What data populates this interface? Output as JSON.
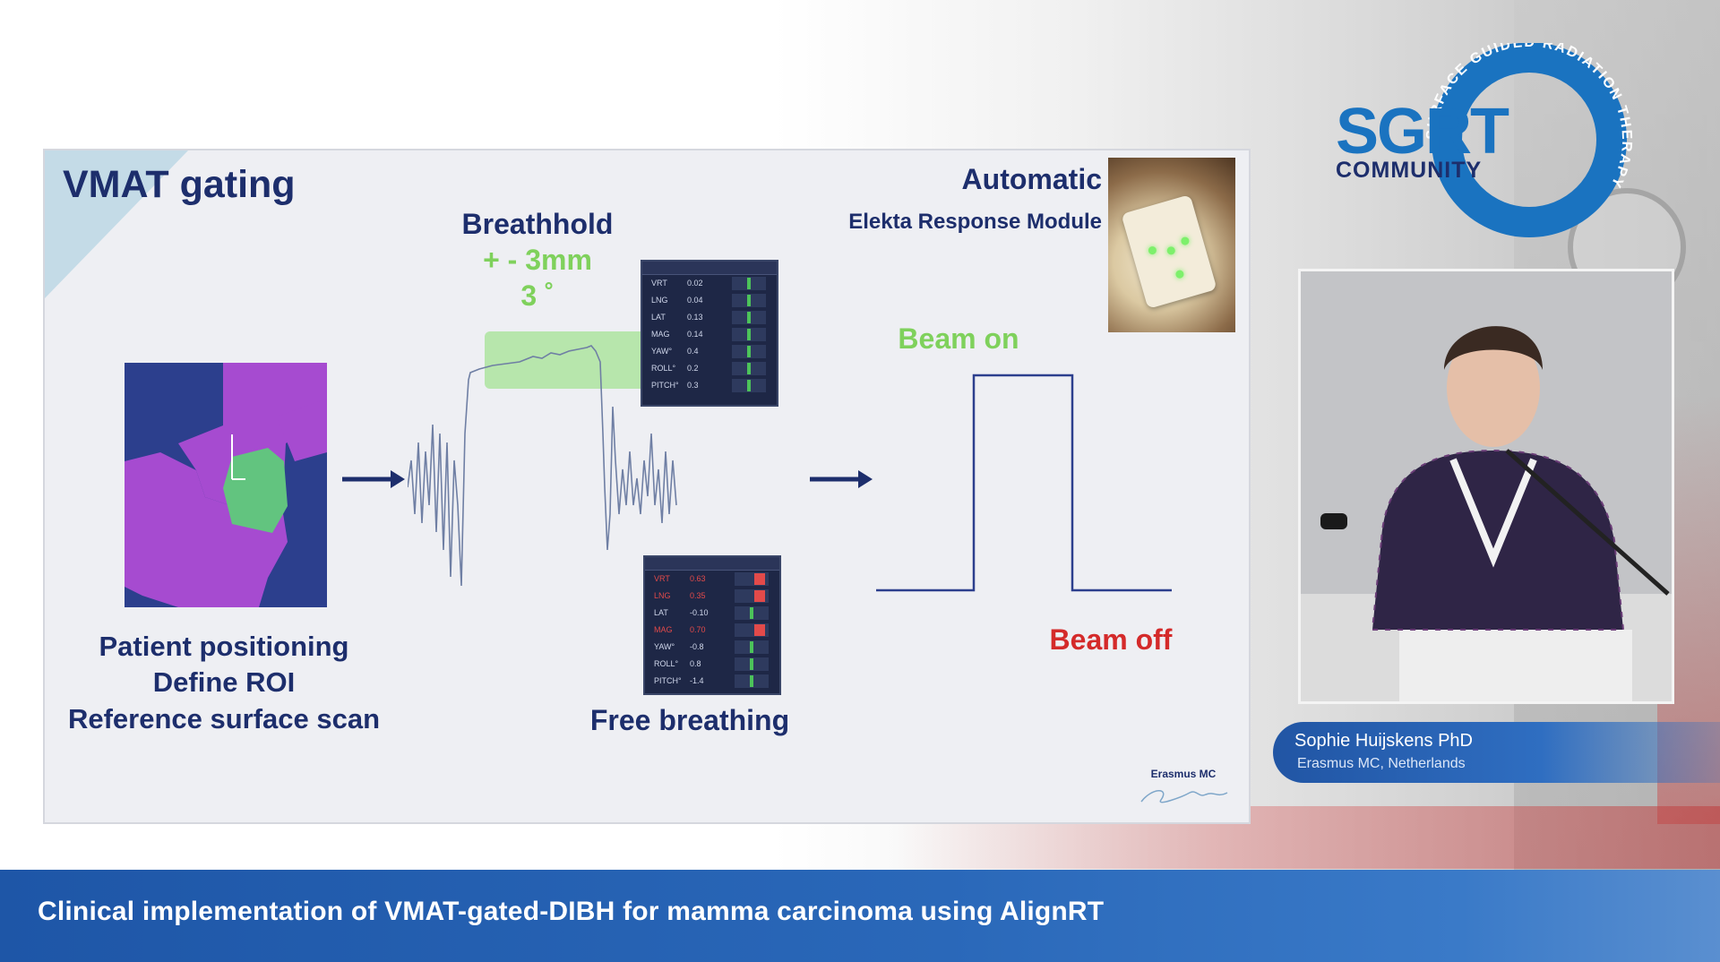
{
  "slide": {
    "title": "VMAT gating",
    "breathhold": {
      "label": "Breathhold",
      "tolerance_mm": "+ - 3mm",
      "tolerance_deg": "3 ˚"
    },
    "automatic": "Automatic",
    "module": "Elekta Response Module",
    "beam_on": "Beam on",
    "beam_off": "Beam off",
    "left_caption": [
      "Patient positioning",
      "Define ROI",
      "Reference surface scan"
    ],
    "free_breathing": "Free breathing",
    "logo_text": "Erasmus MC",
    "panel_in_tolerance": [
      {
        "label": "VRT",
        "value": "0.02"
      },
      {
        "label": "LNG",
        "value": "0.04"
      },
      {
        "label": "LAT",
        "value": "0.13"
      },
      {
        "label": "MAG",
        "value": "0.14"
      },
      {
        "label": "YAW°",
        "value": "0.4"
      },
      {
        "label": "ROLL°",
        "value": "0.2"
      },
      {
        "label": "PITCH°",
        "value": "0.3"
      }
    ],
    "panel_out_of_tolerance": [
      {
        "label": "VRT",
        "value": "0.63",
        "hot": true
      },
      {
        "label": "LNG",
        "value": "0.35",
        "hot": true
      },
      {
        "label": "LAT",
        "value": "-0.10",
        "hot": false
      },
      {
        "label": "MAG",
        "value": "0.70",
        "hot": true
      },
      {
        "label": "YAW°",
        "value": "-0.8",
        "hot": false
      },
      {
        "label": "ROLL°",
        "value": "0.8",
        "hot": false
      },
      {
        "label": "PITCH°",
        "value": "-1.4",
        "hot": false
      }
    ]
  },
  "branding": {
    "sgrt": "SGRT",
    "community": "COMMUNITY",
    "ring_text": "SURFACE GUIDED RADIATION THERAPY"
  },
  "speaker": {
    "name": "Sophie Huijskens PhD",
    "affiliation": "Erasmus MC, Netherlands"
  },
  "banner": {
    "title": "Clinical implementation of VMAT-gated-DIBH for mamma carcinoma using AlignRT"
  },
  "colors": {
    "navy": "#1d2e6c",
    "green": "#7fd15c",
    "red": "#d42a2a",
    "banner_blue": "#2462b3"
  }
}
